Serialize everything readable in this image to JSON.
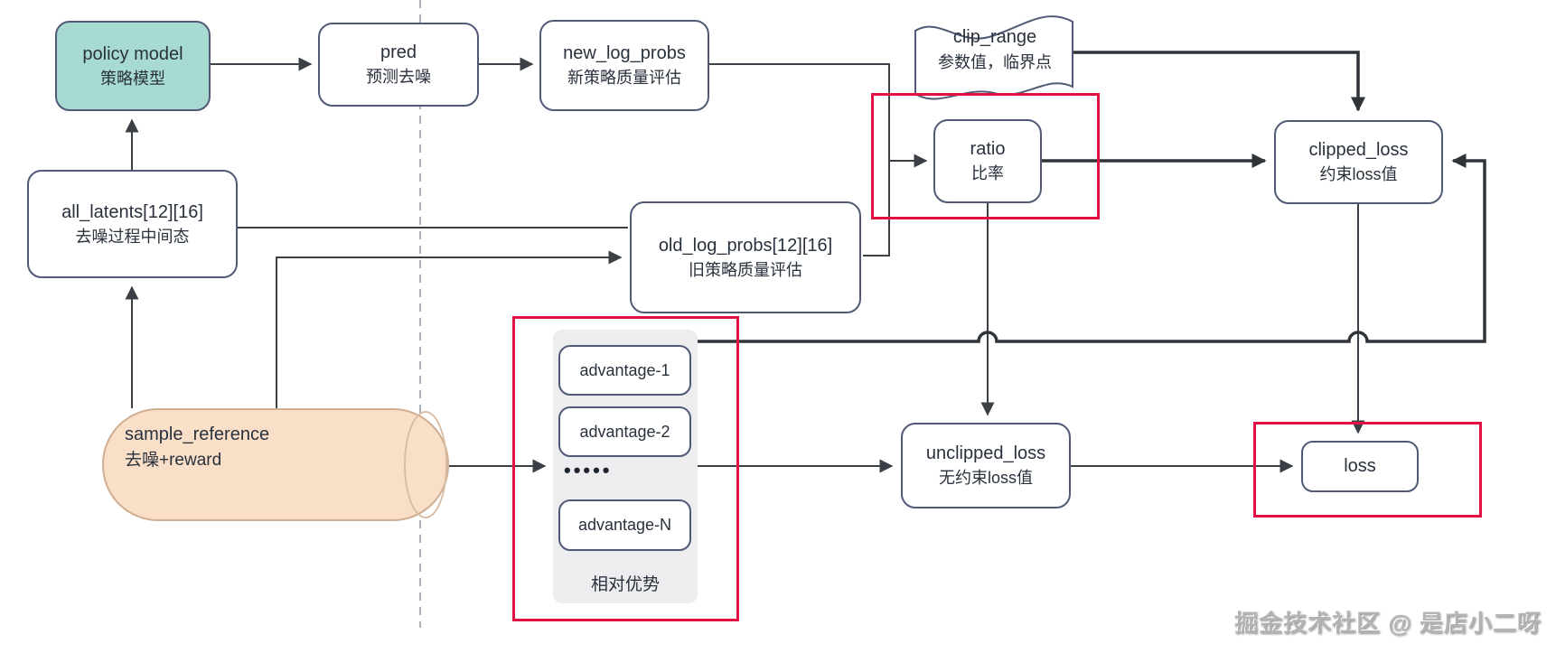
{
  "diagram": {
    "nodes": {
      "policy_model": {
        "title": "policy model",
        "subtitle": "策略模型"
      },
      "pred": {
        "title": "pred",
        "subtitle": "预测去噪"
      },
      "new_log_probs": {
        "title": "new_log_probs",
        "subtitle": "新策略质量评估"
      },
      "clip_range": {
        "title": "clip_range",
        "subtitle": "参数值，临界点"
      },
      "ratio": {
        "title": "ratio",
        "subtitle": "比率"
      },
      "clipped_loss": {
        "title": "clipped_loss",
        "subtitle": "约束loss值"
      },
      "all_latents": {
        "title": "all_latents[12][16]",
        "subtitle": "去噪过程中间态"
      },
      "old_log_probs": {
        "title": "old_log_probs[12][16]",
        "subtitle": "旧策略质量评估"
      },
      "sample_reference": {
        "title": "sample_reference",
        "subtitle": "去噪+reward"
      },
      "unclipped_loss": {
        "title": "unclipped_loss",
        "subtitle": "无约束loss值"
      },
      "loss": {
        "title": "loss"
      }
    },
    "advantages": {
      "items": [
        "advantage-1",
        "advantage-2",
        "advantage-N"
      ],
      "ellipsis": "•••••",
      "label": "相对优势"
    },
    "watermark": "掘金技术社区 @ 是店小二呀"
  },
  "colors": {
    "node_border": "#505a74",
    "teal_fill": "#a7dbd1",
    "cylinder_fill": "#fadfc8",
    "highlight_red": "#df1243",
    "gray_panel": "#ededef",
    "line": "#3a4046",
    "thick_line": "#2f3439",
    "dashed_line": "#adb2b8"
  }
}
